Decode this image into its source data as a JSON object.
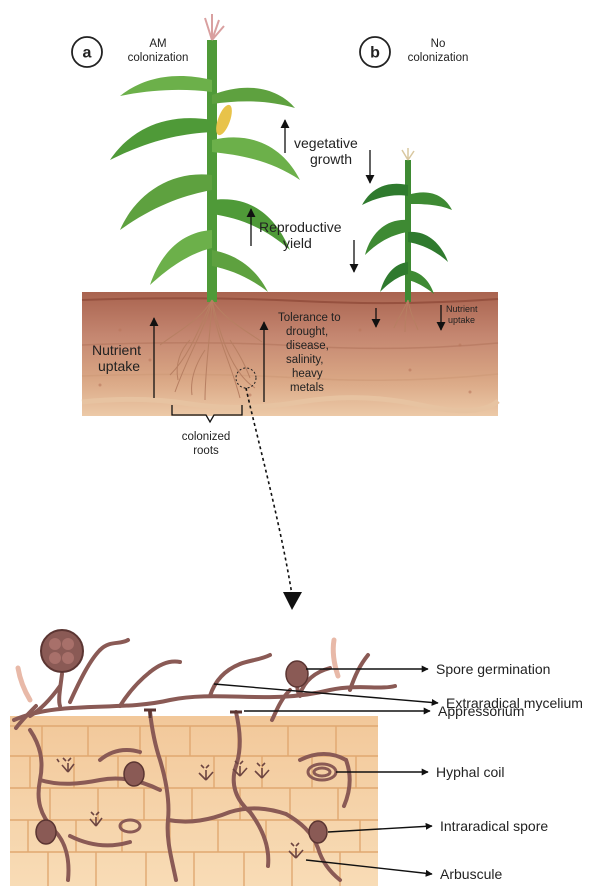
{
  "panel_a": {
    "letter": "a",
    "title_line1": "AM",
    "title_line2": "colonization"
  },
  "panel_b": {
    "letter": "b",
    "title_line1": "No",
    "title_line2": "colonization"
  },
  "effects": {
    "vegetative_line1": "vegetative",
    "vegetative_line2": "growth",
    "reproductive_line1": "Reproductive",
    "reproductive_line2": "yield",
    "tolerance": [
      "Tolerance to",
      "drought,",
      "disease,",
      "salinity,",
      "heavy",
      "metals"
    ],
    "nutrient_line1": "Nutrient",
    "nutrient_line2": "uptake",
    "nutrient_b_line1": "Nutrient",
    "nutrient_b_line2": "uptake",
    "roots_line1": "colonized",
    "roots_line2": "roots"
  },
  "structures": {
    "spore_germination": "Spore germination",
    "extraradical_mycelium": "Extraradical mycelium",
    "appressorium": "Appressorium",
    "hyphal_coil": "Hyphal coil",
    "intraradical_spore": "Intraradical spore",
    "arbuscule": "Arbuscule"
  },
  "colors": {
    "soil_top": "#b46e57",
    "soil_mid": "#c98d72",
    "soil_low": "#e2b48f",
    "soil_base": "#efcfae",
    "leaf": "#5ea13f",
    "leaf_dark": "#2f7a2e",
    "fungus": "#8a5a55",
    "root_cells": "#f6d3a6",
    "cell_lines": "#e0a871"
  }
}
